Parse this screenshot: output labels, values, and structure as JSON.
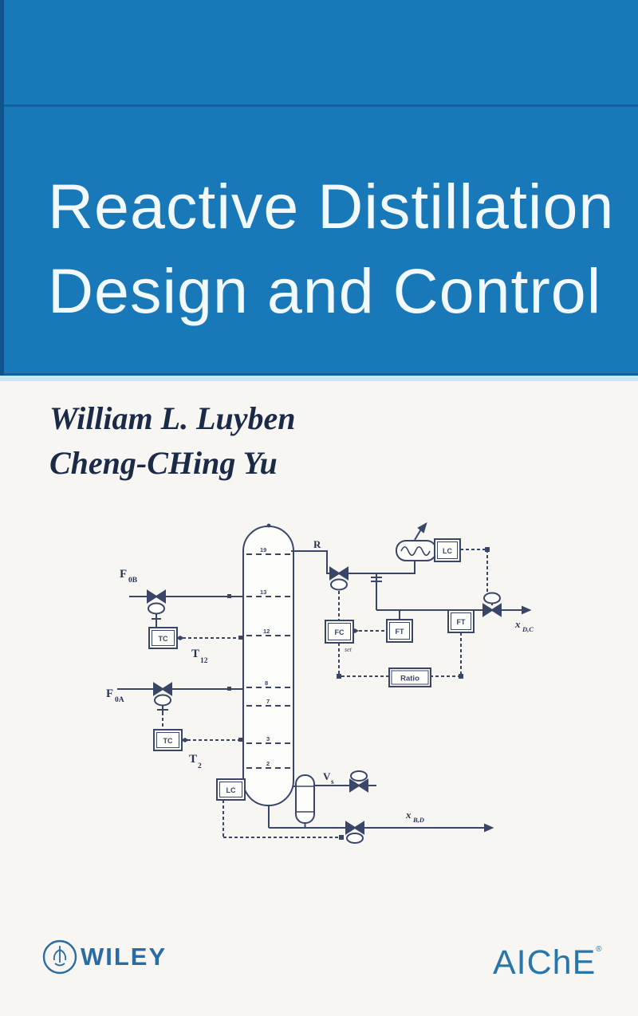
{
  "cover": {
    "title": {
      "line1": "Reactive Distillation",
      "line2": "Design and Control"
    },
    "authors": {
      "line1": "William L. Luyben",
      "line2": "Cheng-CHing Yu"
    },
    "publisher_left": "WILEY",
    "publisher_right": "AIChE",
    "registered_mark": "®"
  },
  "colors": {
    "band_blue": "#1878b8",
    "band_edge_line": "#11619b",
    "spine_edge": "#0d548c",
    "light_strip": "#cde6f5",
    "body_background": "#f7f6f3",
    "title_text": "#f2f9fd",
    "author_text": "#1b2a47",
    "diagram_line": "#3a4667",
    "wiley_blue": "#2b6ba3",
    "aiche_blue": "#2a76a8"
  },
  "diagram": {
    "reflux_label": "R",
    "feed_upper": {
      "main": "F",
      "sub": "0B"
    },
    "feed_lower": {
      "main": "F",
      "sub": "0A"
    },
    "temp_upper": {
      "main": "T",
      "sub": "12"
    },
    "temp_lower": {
      "main": "T",
      "sub": "2"
    },
    "steam": {
      "main": "V",
      "sub": "s"
    },
    "distillate": {
      "main": "x",
      "sub": "D,C"
    },
    "bottoms": {
      "main": "x",
      "sub": "B,D"
    },
    "boxes": {
      "tc_upper": "TC",
      "tc_lower": "TC",
      "lc_top": "LC",
      "lc_bottom": "LC",
      "fc": "FC",
      "ft_reflux": "FT",
      "ft_distillate": "FT",
      "ratio": "Ratio"
    },
    "fc_setpoint_label": "set",
    "tray_numbers": [
      "19",
      "13",
      "12",
      "8",
      "7",
      "3",
      "2"
    ]
  }
}
